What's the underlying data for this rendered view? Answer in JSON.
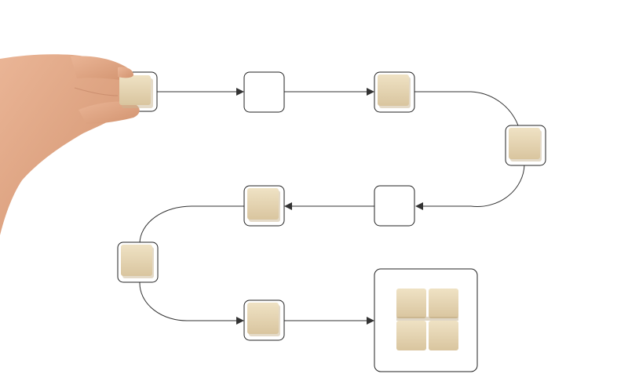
{
  "scene": {
    "background": "#ffffff",
    "line_color": "#333333",
    "box_stroke": "#222222",
    "cube_color": "#e6d6b3",
    "cube_shade": "#d2bf97",
    "skin_color": "#e3a683",
    "skin_shade": "#c9876a"
  },
  "steps": [
    {
      "id": "step-1",
      "has_cube": true,
      "held_by_hand": true
    },
    {
      "id": "step-2",
      "has_cube": false
    },
    {
      "id": "step-3",
      "has_cube": true
    },
    {
      "id": "step-4",
      "has_cube": true
    },
    {
      "id": "step-5",
      "has_cube": false
    },
    {
      "id": "step-6",
      "has_cube": true
    },
    {
      "id": "step-7",
      "has_cube": true
    },
    {
      "id": "step-8",
      "has_cube": true
    },
    {
      "id": "goal",
      "cube_count": 4
    }
  ]
}
